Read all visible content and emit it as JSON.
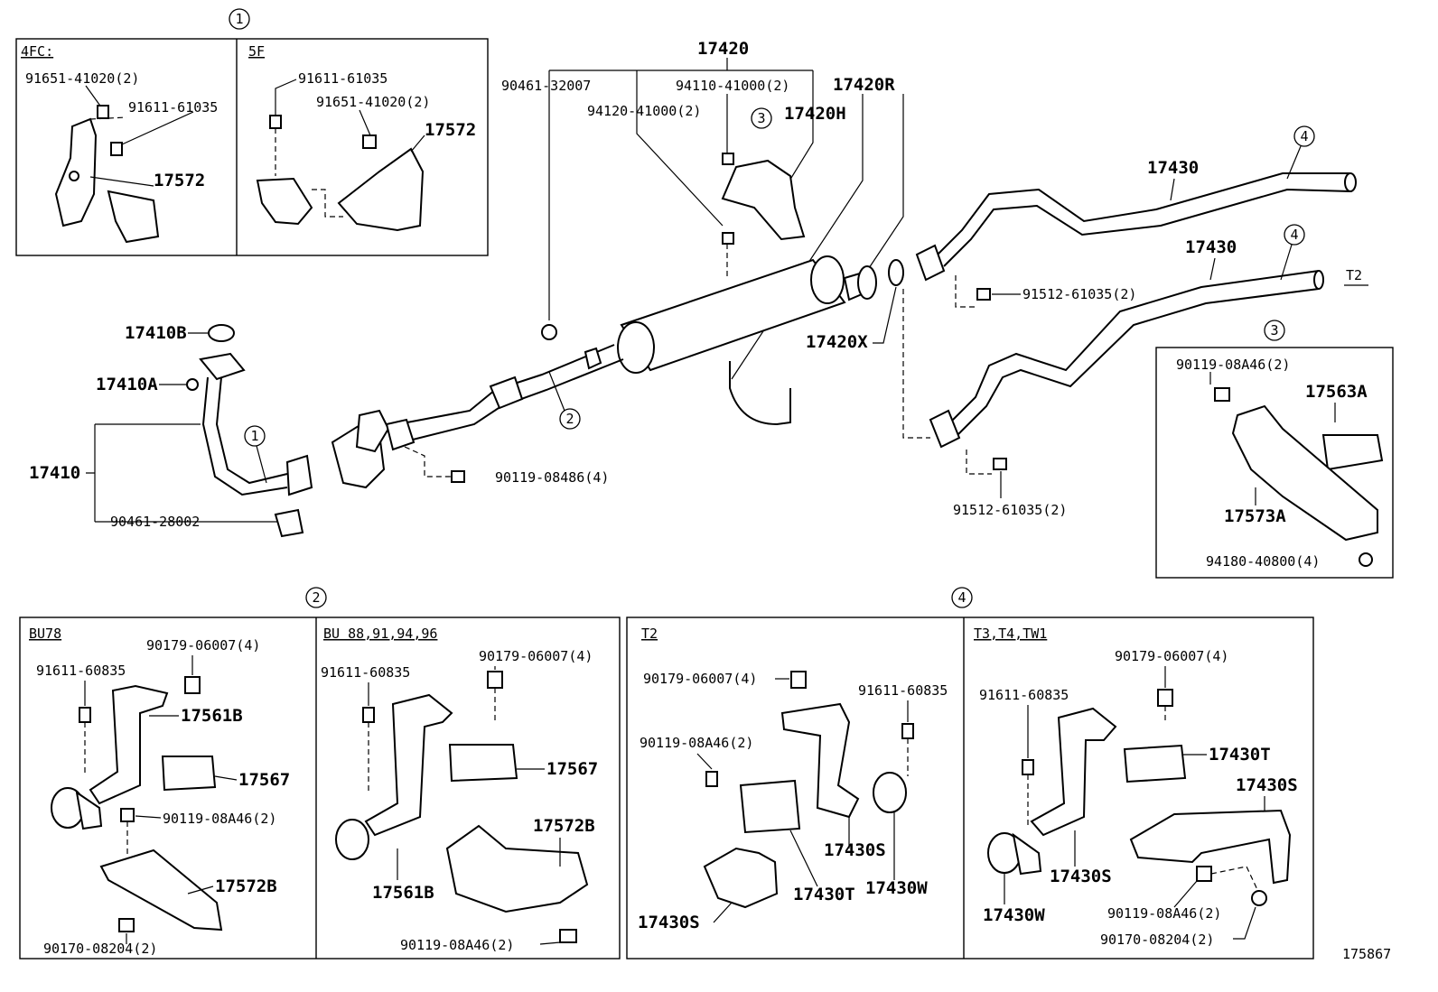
{
  "callouts": {
    "c1": "1",
    "c2": "2",
    "c3": "3",
    "c4": "4"
  },
  "box1": {
    "left_header": "4FC:",
    "right_header": "5F",
    "l_bolt1": "91651-41020(2)",
    "l_bolt2": "91611-61035",
    "l_bracket": "17572",
    "r_bolt1": "91611-61035",
    "r_bolt2": "91651-41020(2)",
    "r_bracket": "17572"
  },
  "main": {
    "p17420": "17420",
    "p90461_32007": "90461-32007",
    "p94110": "94110-41000(2)",
    "p17420R": "17420R",
    "p94120": "94120-41000(2)",
    "p17420H": "17420H",
    "p17430_upper": "17430",
    "p17430_lower": "17430",
    "t2": "T2",
    "p91512_a": "91512-61035(2)",
    "p17420X": "17420X",
    "p91512_b": "91512-61035(2)",
    "p17410B": "17410B",
    "p17410A": "17410A",
    "p17410": "17410",
    "p90461_28002": "90461-28002",
    "p90119_08486": "90119-08486(4)"
  },
  "box3": {
    "bolt": "90119-08A46(2)",
    "mount": "17563A",
    "bracket": "17573A",
    "nut": "94180-40800(4)"
  },
  "box2": {
    "left_header": "BU78",
    "right_header": "BU 88,91,94,96",
    "l_nut": "90179-06007(4)",
    "l_bolt": "91611-60835",
    "l_bracket": "17561B",
    "l_mount": "17567",
    "l_bolt2": "90119-08A46(2)",
    "l_plate": "17572B",
    "l_nut2": "90170-08204(2)",
    "r_nut": "90179-06007(4)",
    "r_bolt": "91611-60835",
    "r_mount": "17567",
    "r_bracket2": "17572B",
    "r_bracket": "17561B",
    "r_bolt2": "90119-08A46(2)"
  },
  "box4": {
    "left_header": "T2",
    "right_header": "T3,T4,TW1",
    "l_nut": "90179-06007(4)",
    "l_bolt": "91611-60835",
    "l_bolt2": "90119-08A46(2)",
    "l_bracket_s": "17430S",
    "l_mount_t": "17430T",
    "l_clamp_w": "17430W",
    "l_bracket_s2": "17430S",
    "r_nut": "90179-06007(4)",
    "r_bolt": "91611-60835",
    "r_mount_t": "17430T",
    "r_bracket_s": "17430S",
    "r_bracket_s2": "17430S",
    "r_clamp_w": "17430W",
    "r_bolt2": "90119-08A46(2)",
    "r_nut2": "90170-08204(2)"
  },
  "figure_number": "175867"
}
